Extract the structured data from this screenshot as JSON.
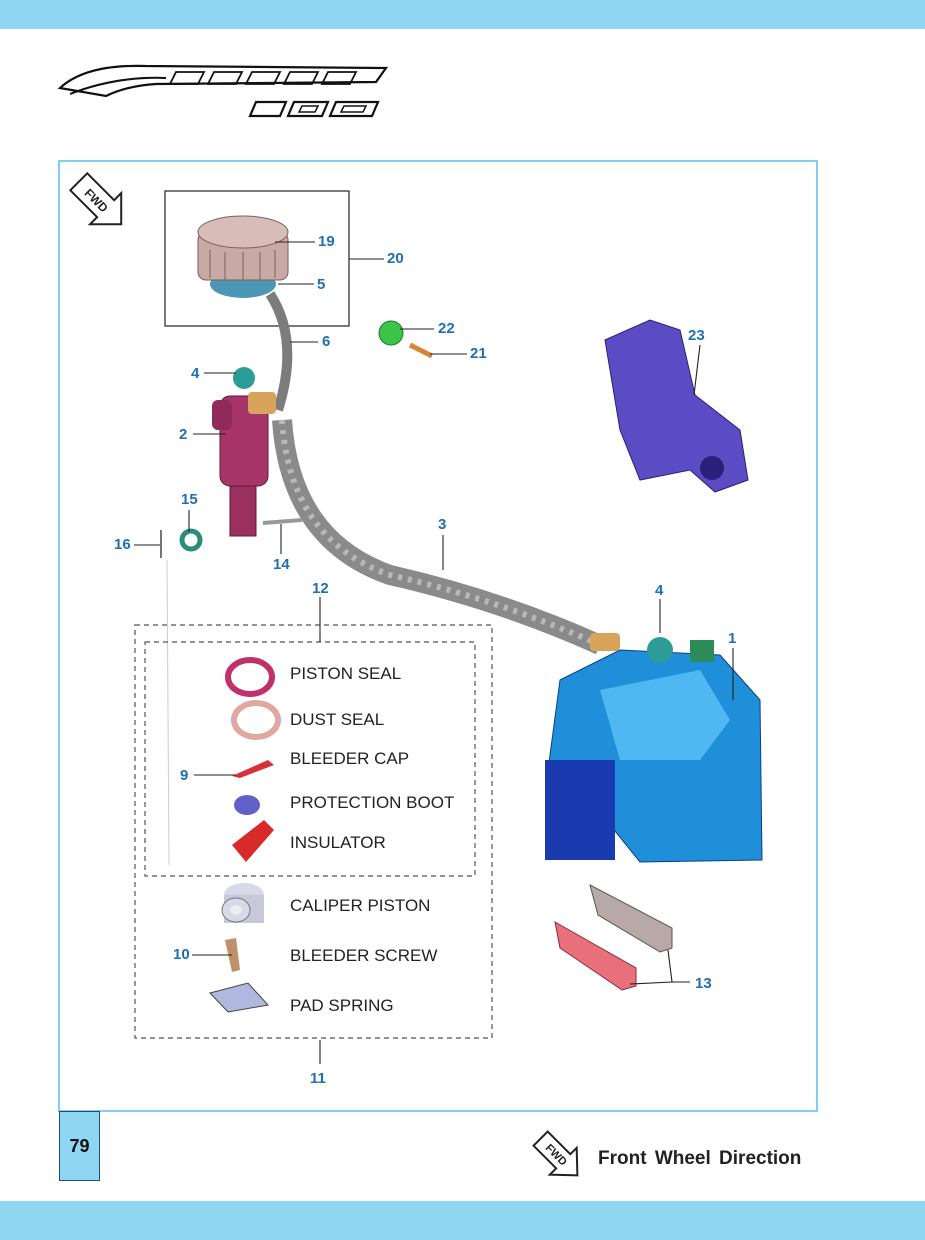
{
  "page": {
    "number": "79"
  },
  "brand": {
    "logo_text": "DOMINAR 400"
  },
  "fwd_arrow_text": "FWD",
  "legend": {
    "text": "Front Wheel Direction"
  },
  "callouts": {
    "c1": "1",
    "c2": "2",
    "c3": "3",
    "c4a": "4",
    "c4b": "4",
    "c5": "5",
    "c6": "6",
    "c9": "9",
    "c10": "10",
    "c11": "11",
    "c12": "12",
    "c13": "13",
    "c14": "14",
    "c15": "15",
    "c16": "16",
    "c19": "19",
    "c20": "20",
    "c21": "21",
    "c22": "22",
    "c23": "23"
  },
  "kit_labels": {
    "piston_seal": "PISTON SEAL",
    "dust_seal": "DUST SEAL",
    "bleeder_cap": "BLEEDER CAP",
    "protection_boot": "PROTECTION BOOT",
    "insulator": "INSULATOR",
    "caliper_piston": "CALIPER PISTON",
    "bleeder_screw": "BLEEDER SCREW",
    "pad_spring": "PAD SPRING"
  },
  "colors": {
    "band": "#8ed6f2",
    "frame": "#7fd0ee",
    "callout": "#1f6fb2",
    "caliper": "#1e8fd8",
    "bracket": "#5b4cc4",
    "hose": "#8a8a8a",
    "master_cylinder": "#a8356a",
    "reservoir": "#c9a9a6",
    "green_part": "#3cc44a",
    "pad_red": "#e8707a"
  }
}
